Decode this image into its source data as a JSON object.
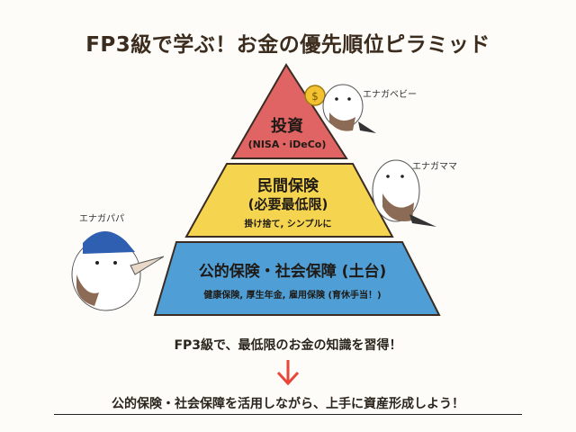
{
  "title": "FP3級で学ぶ！お金の優先順位ピラミッド",
  "pyramid": {
    "top": {
      "title": "投資",
      "subtitle": "(NISA・iDeCo)",
      "color": "#e06464"
    },
    "middle": {
      "title": "民間保険",
      "subtitle": "(必要最低限)",
      "note": "掛け捨て, シンプルに",
      "color": "#f5d450"
    },
    "bottom": {
      "title": "公的保険・社会保障 (土台)",
      "note": "健康保険, 厚生年金, 雇用保険 (育休手当！)",
      "color": "#4f9fd6"
    }
  },
  "characters": {
    "baby": "エナガベビー",
    "mama": "エナガママ",
    "papa": "エナガパパ"
  },
  "message": "FP3級で、最低限のお金の知識を習得！",
  "conclusion": "公的保険・社会保障を活用しながら、上手に資産形成しよう！",
  "arrow_color": "#e8463a"
}
